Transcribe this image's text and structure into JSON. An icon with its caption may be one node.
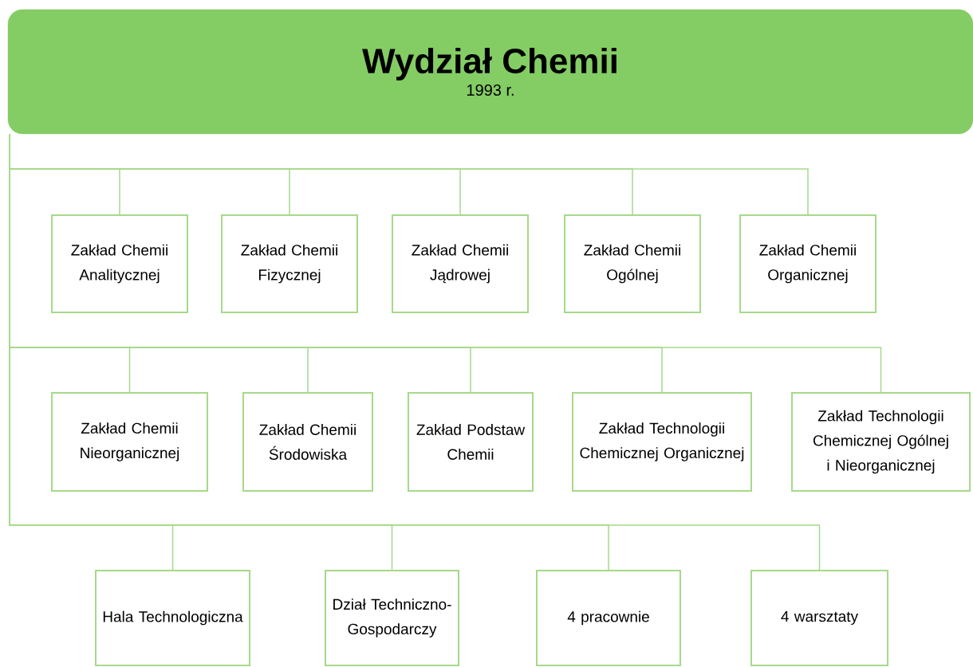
{
  "diagram": {
    "nodes": [
      {
        "text": [
          "Wydział Chemii",
          "1993 r."
        ]
      },
      {
        "text": [
          "Zakład Chemii Analitycznej"
        ]
      },
      {
        "text": [
          "Zakład Chemii Fizycznej"
        ]
      },
      {
        "text": [
          "Zakład Chemii Jądrowej"
        ]
      },
      {
        "text": [
          "Zakład Chemii Ogólnej"
        ]
      },
      {
        "text": [
          "Zakład Chemii Organicznej"
        ]
      },
      {
        "text": [
          "Zakład Chemii Nieorganicznej"
        ]
      },
      {
        "text": [
          "Zakład Chemii Środowiska"
        ]
      },
      {
        "text": [
          "Zakład Podstaw Chemii"
        ]
      },
      {
        "text": [
          "Zakład Technologii Chemicznej Organicznej"
        ]
      },
      {
        "text": [
          "Zakład Technologii Chemicznej Ogólnej i Nieorganicznej"
        ]
      },
      {
        "text": [
          "Hala Technologiczna"
        ]
      },
      {
        "text": [
          "Dział Techniczno-Gospodarczy"
        ]
      },
      {
        "text": [
          "4 pracownie"
        ]
      },
      {
        "text": [
          "4 warsztaty"
        ]
      }
    ],
    "edges": [
      {
        "from": 0,
        "to": 1,
        "arrow": "none"
      },
      {
        "from": 0,
        "to": 2,
        "arrow": "none"
      },
      {
        "from": 0,
        "to": 3,
        "arrow": "none"
      },
      {
        "from": 0,
        "to": 4,
        "arrow": "none"
      },
      {
        "from": 0,
        "to": 5,
        "arrow": "none"
      },
      {
        "from": 0,
        "to": 6,
        "arrow": "none"
      },
      {
        "from": 0,
        "to": 7,
        "arrow": "none"
      },
      {
        "from": 0,
        "to": 8,
        "arrow": "none"
      },
      {
        "from": 0,
        "to": 9,
        "arrow": "none"
      },
      {
        "from": 0,
        "to": 10,
        "arrow": "none"
      },
      {
        "from": 0,
        "to": 11,
        "arrow": "none"
      },
      {
        "from": 0,
        "to": 12,
        "arrow": "none"
      },
      {
        "from": 0,
        "to": 13,
        "arrow": "none"
      },
      {
        "from": 0,
        "to": 14,
        "arrow": "none"
      }
    ]
  }
}
